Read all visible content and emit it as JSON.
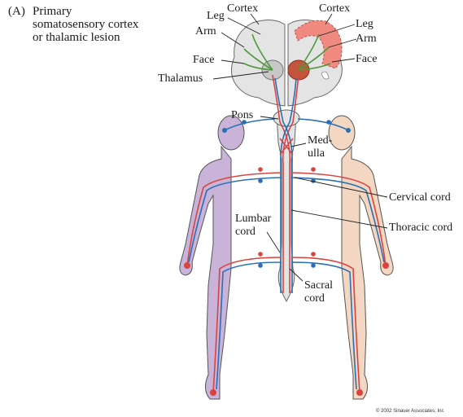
{
  "panel": {
    "tag": "(A)",
    "caption_lines": [
      "Primary",
      "somatosensory cortex",
      "or thalamic lesion"
    ]
  },
  "labels": {
    "cortex_left": "Cortex",
    "cortex_right": "Cortex",
    "leg_left": "Leg",
    "arm_left": "Arm",
    "leg_right": "Leg",
    "arm_right": "Arm",
    "face_left": "Face",
    "face_right": "Face",
    "thalamus": "Thalamus",
    "pons": "Pons",
    "medulla_1": "Med-",
    "medulla_2": "ulla",
    "cervical_cord": "Cervical cord",
    "thoracic_cord": "Thoracic cord",
    "lumbar_1": "Lumbar",
    "lumbar_2": "cord",
    "sacral_1": "Sacral",
    "sacral_2": "cord"
  },
  "copyright": "© 2002 Sinauer Associates, Inc",
  "colors": {
    "affected_side": "#c9b3d8",
    "unaffected_side": "#f4d7c2",
    "lesion": "#f08a80",
    "brain": "#e4e4e4",
    "thalamus": "#c4553c",
    "tract_red": "#d9443f",
    "tract_blue": "#2a6fb5",
    "tract_green": "#4d9a3a",
    "outline": "#555555"
  }
}
